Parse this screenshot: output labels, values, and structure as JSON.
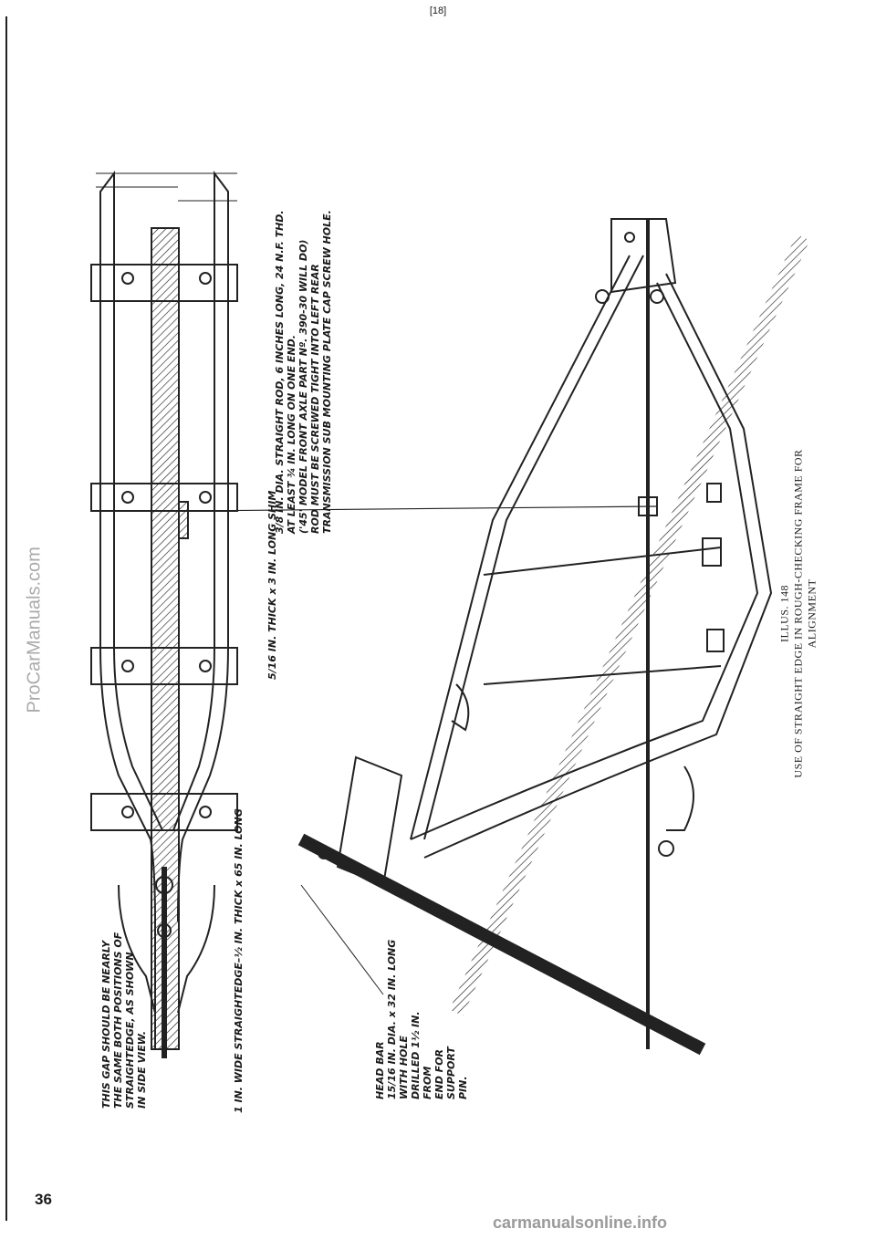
{
  "header": {
    "page_ref": "[18]"
  },
  "page_number": "36",
  "watermarks": {
    "left": "ProCarManuals.com",
    "bottom": "carmanualsonline.info"
  },
  "caption": {
    "illus": "ILLUS. 148",
    "title": "USE OF STRAIGHT EDGE IN ROUGH-CHECKING FRAME FOR ALIGNMENT"
  },
  "notes": {
    "gap": "THIS GAP SHOULD BE NEARLY\nTHE SAME BOTH POSITIONS OF\nSTRAIGHTEDGE, AS SHOWN\nIN SIDE VIEW.",
    "straightedge": "1 IN. WIDE STRAIGHTEDGE–½ IN. THICK x 65 IN. LONG",
    "shim": "5/16 IN. THICK x 3 IN. LONG SHIM",
    "rod": "3/8 IN. DIA. STRAIGHT ROD, 6 INCHES LONG, 24 N.F. THD.\nAT LEAST ¾ IN. LONG ON ONE END.\n('45' MODEL FRONT AXLE PART Nº. 390-30 WILL DO)\nROD MUST BE SCREWED TIGHT INTO LEFT REAR\nTRANSMISSION SUB MOUNTING PLATE CAP SCREW HOLE.",
    "head_bar": "HEAD BAR\n15/16 IN. DIA. x 32 IN. LONG\nWITH HOLE\nDRILLED 1½ IN.\nFROM\nEND FOR\nSUPPORT\nPIN."
  }
}
